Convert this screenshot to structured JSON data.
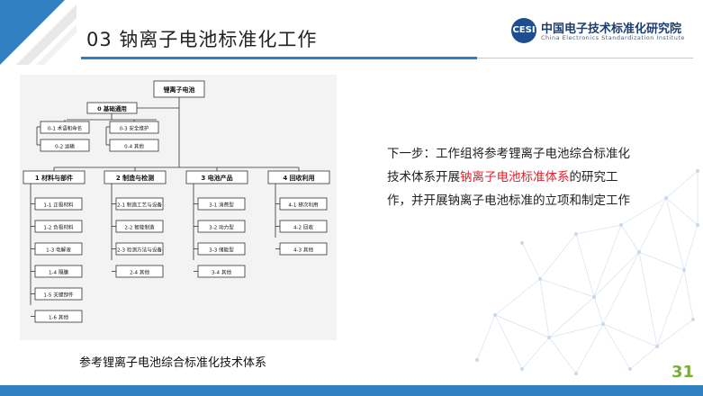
{
  "slide": {
    "title": "03 钠离子电池标准化工作",
    "page_number": "31"
  },
  "logo": {
    "mark": "CESI",
    "name_cn": "中国电子技术标准化研究院",
    "name_en": "China Electronics Standardization Institute"
  },
  "diagram": {
    "root": "锂离子电池",
    "basic": {
      "label": "0 基础通用",
      "items": [
        "0-1 术语和命名",
        "0-2 运输",
        "0-3 安全维护",
        "0-4 其他"
      ]
    },
    "groups": [
      {
        "label": "1 材料与部件",
        "items": [
          "1-1 正极材料",
          "1-2 负极材料",
          "1-3 电解液",
          "1-4 隔膜",
          "1-5 关键部件",
          "1-6 其他"
        ]
      },
      {
        "label": "2 制造与检测",
        "items": [
          "2-1 制造工艺与设备",
          "2-2 智能制造",
          "2-3 检测方法与设备",
          "2-4 其他"
        ]
      },
      {
        "label": "3 电池产品",
        "items": [
          "3-1 消费型",
          "3-2 动力型",
          "3-3 储能型",
          "3-4 其他"
        ]
      },
      {
        "label": "4 回收利用",
        "items": [
          "4-1 梯次利用",
          "4-2 回收",
          "4-3 其他"
        ]
      }
    ],
    "caption": "参考锂离子电池综合标准化技术体系"
  },
  "body": {
    "before": "下一步：工作组将参考锂离子电池综合标准化技术体系开展",
    "highlight": "钠离子电池标准体系",
    "after": "的研究工作，并开展钠离子电池标准的立项和制定工作"
  },
  "colors": {
    "accent_blue": "#2f7fc1",
    "highlight_red": "#e3212b",
    "page_number_green": "#7ab03a"
  }
}
